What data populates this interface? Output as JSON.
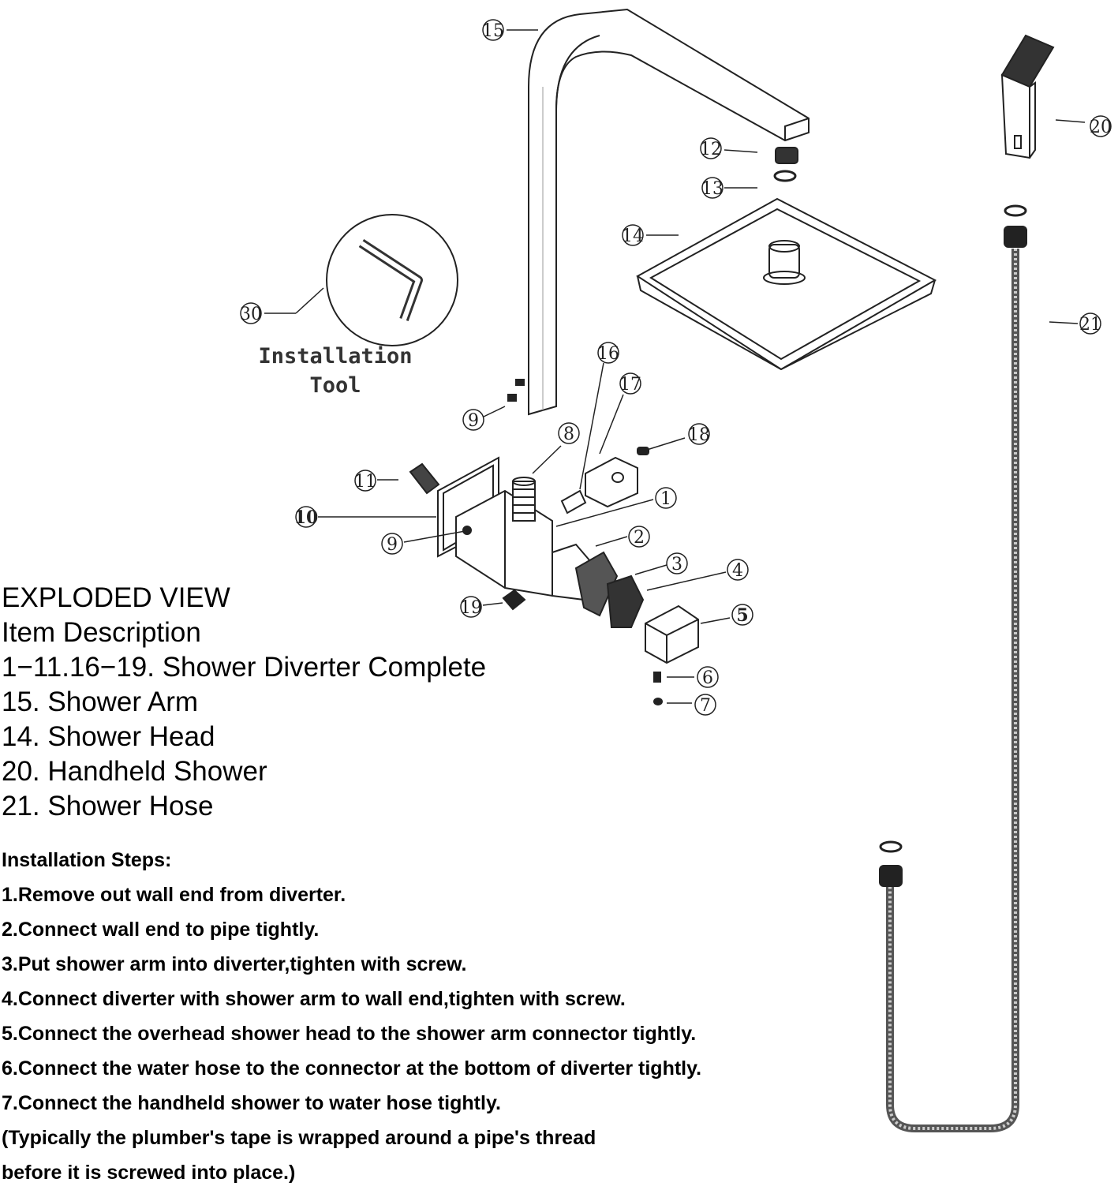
{
  "callouts": {
    "c1": "1",
    "c2": "2",
    "c3": "3",
    "c4": "4",
    "c5": "5",
    "c6": "6",
    "c7": "7",
    "c8": "8",
    "c9a": "9",
    "c9b": "9",
    "c10": "10",
    "c11": "11",
    "c12": "12",
    "c13": "13",
    "c14": "14",
    "c15": "15",
    "c16": "16",
    "c17": "17",
    "c18": "18",
    "c19": "19",
    "c20": "20",
    "c21": "21",
    "c30": "30"
  },
  "tool_label": {
    "line1": "Installation",
    "line2": "Tool"
  },
  "legend": {
    "title": "EXPLODED VIEW",
    "subtitle": "Item Description",
    "items": [
      "1−11.16−19. Shower  Diverter Complete",
      "15. Shower  Arm",
      "14. Shower Head",
      "20. Handheld Shower",
      "21. Shower Hose"
    ]
  },
  "steps": {
    "heading": "Installation Steps:",
    "items": [
      "1.Remove out wall end from diverter.",
      "2.Connect wall end to pipe tightly.",
      "3.Put shower arm into diverter,tighten with screw.",
      "4.Connect diverter with shower arm to wall end,tighten with screw.",
      "5.Connect the overhead shower head to the shower arm connector tightly.",
      "6.Connect the water hose to the connector at the bottom of diverter tightly.",
      "7.Connect the handheld shower to water hose tightly.",
      "(Typically the plumber's tape is wrapped around a pipe's thread",
      "before it is screwed into place.)"
    ]
  }
}
